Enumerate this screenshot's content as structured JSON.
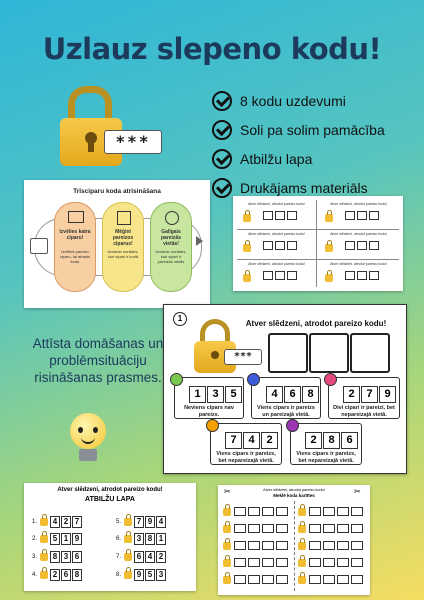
{
  "title": "Uzlauz slepeno kodu!",
  "features": [
    "8 kodu uzdevumi",
    "Soli pa solim pamācība",
    "Atbilžu lapa",
    "Drukājams materiāls"
  ],
  "lock_code": "***",
  "infographic": {
    "title": "Trīsciparu koda atrisināšana",
    "steps": [
      {
        "heading": "Izvēlies katra ciparu!",
        "body": "Izvēlies pareizo ciparu, lai atrastu kodu"
      },
      {
        "heading": "Mēģini pareizos ciparus!",
        "body": "Izmanto norādes, kuri cipari ir kodā"
      },
      {
        "heading": "Galīgais pareizās vietās!",
        "body": "Izmanto norādes, kuri cipari ir pareizās vietās"
      }
    ]
  },
  "description": "Attīsta domāšanas un problēmsituāciju risināšanas prasmes.",
  "puzzle": {
    "number": "1",
    "title": "Atver slēdzeni, atrodot pareizo kodu!",
    "clues": [
      {
        "digits": [
          "1",
          "3",
          "5"
        ],
        "text": "Neviens cipars nav pareizs.",
        "color": "#7ac74f"
      },
      {
        "digits": [
          "4",
          "6",
          "8"
        ],
        "text": "Viens cipars ir pareizs un pareizajā vietā.",
        "color": "#3b5bdb"
      },
      {
        "digits": [
          "2",
          "7",
          "9"
        ],
        "text": "Divi cipari ir pareizi, bet nepareizajā vietā.",
        "color": "#e64980"
      },
      {
        "digits": [
          "7",
          "4",
          "2"
        ],
        "text": "Viens cipars ir pareizs, bet nepareizajā vietā.",
        "color": "#f59f00"
      },
      {
        "digits": [
          "2",
          "8",
          "6"
        ],
        "text": "Viens cipars ir pareizs, bet nepareizajā vietā.",
        "color": "#9c36b5"
      }
    ]
  },
  "answers": {
    "title": "Atver slēdzeni, atrodot pareizo kodu!",
    "subtitle": "ATBILŽU LAPA",
    "items": [
      {
        "n": "1.",
        "code": [
          "4",
          "2",
          "7"
        ]
      },
      {
        "n": "2.",
        "code": [
          "5",
          "1",
          "9"
        ]
      },
      {
        "n": "3.",
        "code": [
          "8",
          "3",
          "6"
        ]
      },
      {
        "n": "4.",
        "code": [
          "2",
          "6",
          "8"
        ]
      },
      {
        "n": "5.",
        "code": [
          "7",
          "9",
          "4"
        ]
      },
      {
        "n": "6.",
        "code": [
          "3",
          "8",
          "1"
        ]
      },
      {
        "n": "7.",
        "code": [
          "6",
          "4",
          "2"
        ]
      },
      {
        "n": "8.",
        "code": [
          "9",
          "5",
          "3"
        ]
      }
    ]
  },
  "cards_sheet": {
    "title": "Atver slēdzeni, atrodot pareizo kodu!",
    "subtitle": "Meklē koda kartītes",
    "scissors": "✂"
  },
  "overview_sheet": {
    "card_title": "Atver slēdzeni, atrodot pareizo kodu!"
  }
}
